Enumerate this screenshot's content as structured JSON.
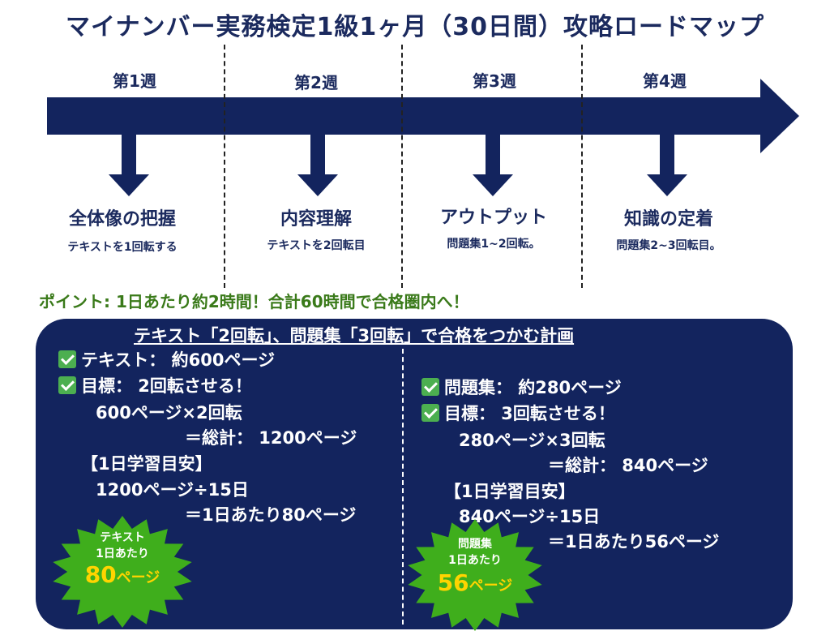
{
  "title": "マイナンバー実務検定1級1ヶ月（30日間）攻略ロードマップ",
  "weeks": [
    "第1週",
    "第2週",
    "第3週",
    "第4週"
  ],
  "phases": [
    {
      "title": "全体像の把握",
      "desc": "テキストを1回転する"
    },
    {
      "title": "内容理解",
      "desc": "テキストを2回転目"
    },
    {
      "title": "アウトプット",
      "desc": "問題集1~2回転。"
    },
    {
      "title": "知識の定着",
      "desc": "問題集2~3回転目。"
    }
  ],
  "point": "ポイント: 1日あたり約2時間！合計60時間で合格圏内へ！",
  "panel": {
    "title": "テキスト「2回転」、問題集「3回転」で合格をつかむ計画",
    "left": {
      "line1": "テキスト： 約600ページ",
      "line2": "目標： 2回転させる！",
      "line3": "600ページ×2回転",
      "line4": "＝総計： 1200ページ",
      "line5": "【1日学習目安】",
      "line6": "1200ページ÷15日",
      "line7": "＝1日あたり80ページ"
    },
    "right": {
      "line1": "問題集： 約280ページ",
      "line2": "目標： 3回転させる！",
      "line3": "280ページ×3回転",
      "line4": "＝総計： 840ページ",
      "line5": "【1日学習目安】",
      "line6": "840ページ÷15日",
      "line7": "＝1日あたり56ページ"
    }
  },
  "bursts": [
    {
      "label1": "テキスト",
      "label2": "1日あたり",
      "num": "80",
      "unit": "ページ"
    },
    {
      "label1": "問題集",
      "label2": "1日あたり",
      "num": "56",
      "unit": "ページ"
    }
  ],
  "colors": {
    "navy": "#13245e",
    "green": "#3a7a1a",
    "burst": "#3fae1c",
    "highlight": "#ffd400"
  }
}
